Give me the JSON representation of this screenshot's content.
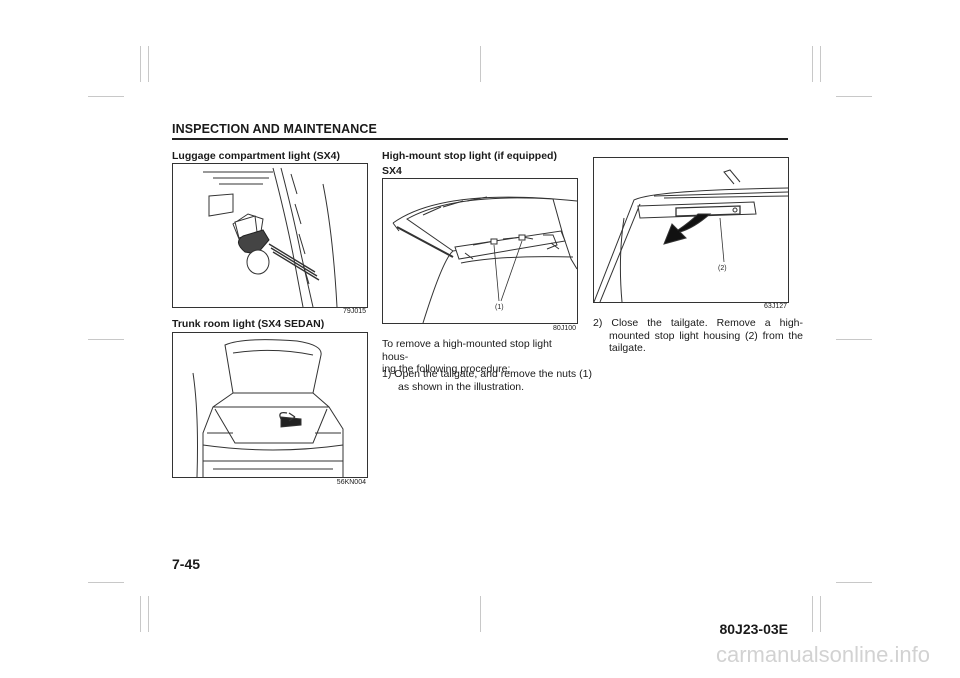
{
  "header": {
    "section_title": "INSPECTION AND MAINTENANCE"
  },
  "left_column": {
    "luggage_heading": "Luggage compartment light (SX4)",
    "luggage_figure_code": "79J015",
    "trunk_heading": "Trunk room light (SX4 SEDAN)",
    "trunk_figure_code": "56KN004"
  },
  "middle_column": {
    "heading": "High-mount stop light (if equipped)",
    "subheading": "SX4",
    "figure_code": "80J100",
    "figure_callout": "(1)",
    "intro_text": "To remove a high-mounted stop light housing the following procedure:",
    "intro_line1": "To remove a high-mounted stop light hous-",
    "intro_line2": "ing the following procedure:",
    "step1": "1) Open the tailgate, and remove the nuts (1) as shown in the illustration."
  },
  "right_column": {
    "figure_code": "63J127",
    "figure_callout": "(2)",
    "step2": "2) Close the tailgate. Remove a high-mounted stop light housing (2) from the tailgate."
  },
  "footer": {
    "page_number": "7-45",
    "document_code": "80J23-03E",
    "watermark": "carmanualsonline.info"
  }
}
